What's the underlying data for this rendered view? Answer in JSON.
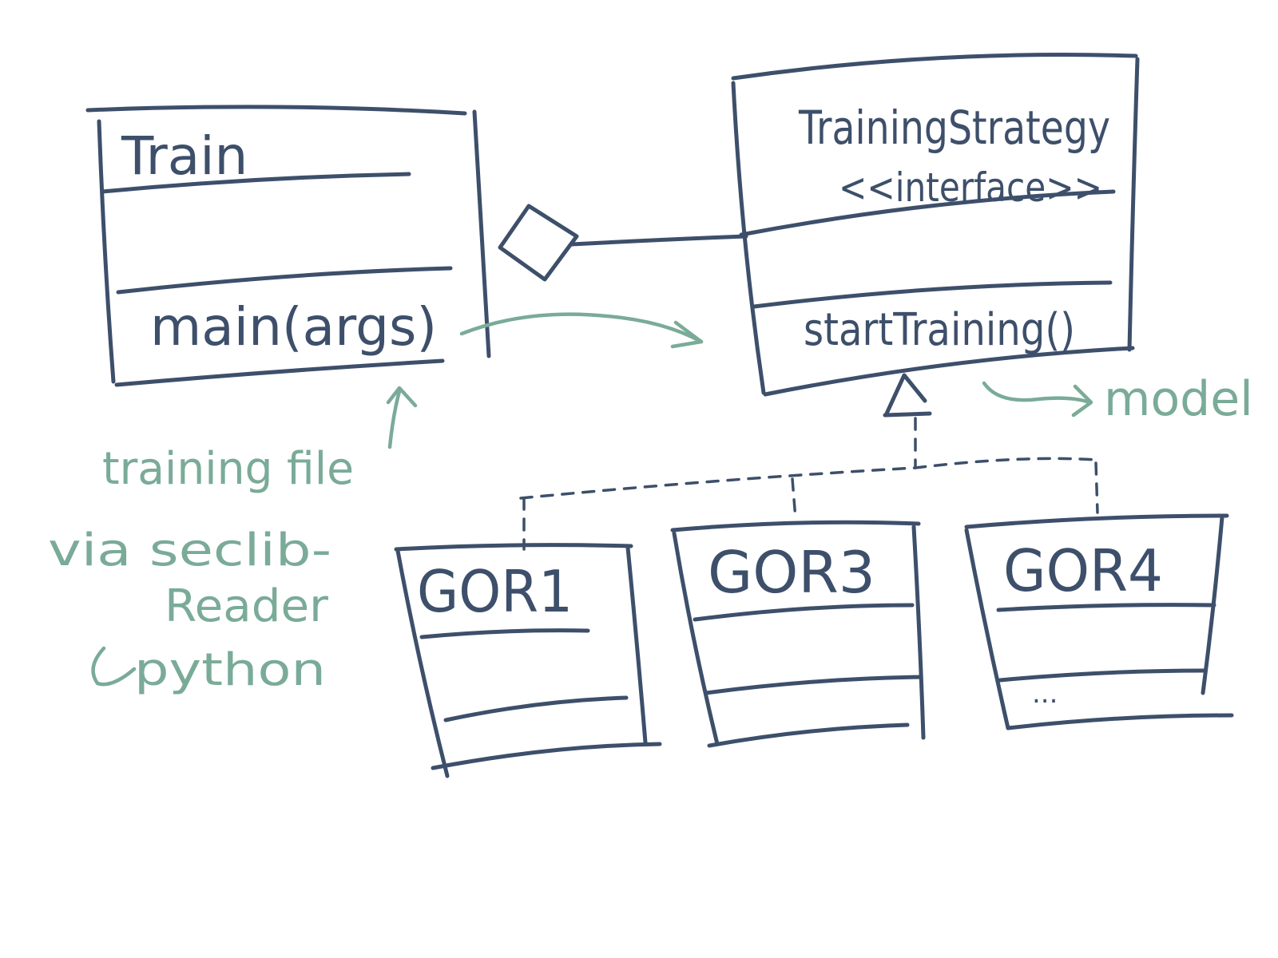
{
  "colors": {
    "ink": "#3d4f6a",
    "note": "#7aab98",
    "background": "#ffffff"
  },
  "train": {
    "name": "Train",
    "method": "main(args)"
  },
  "strategy": {
    "name": "TrainingStrategy",
    "stereotype": "<<interface>>",
    "method": "startTraining()"
  },
  "implementations": [
    {
      "name": "GOR1"
    },
    {
      "name": "GOR3"
    },
    {
      "name": "GOR4",
      "ellipsis": "..."
    }
  ],
  "notes": {
    "output": "model",
    "input_line1": "training file",
    "input_line2": "via seclib-",
    "input_line3": "Reader",
    "input_line4": "python"
  }
}
